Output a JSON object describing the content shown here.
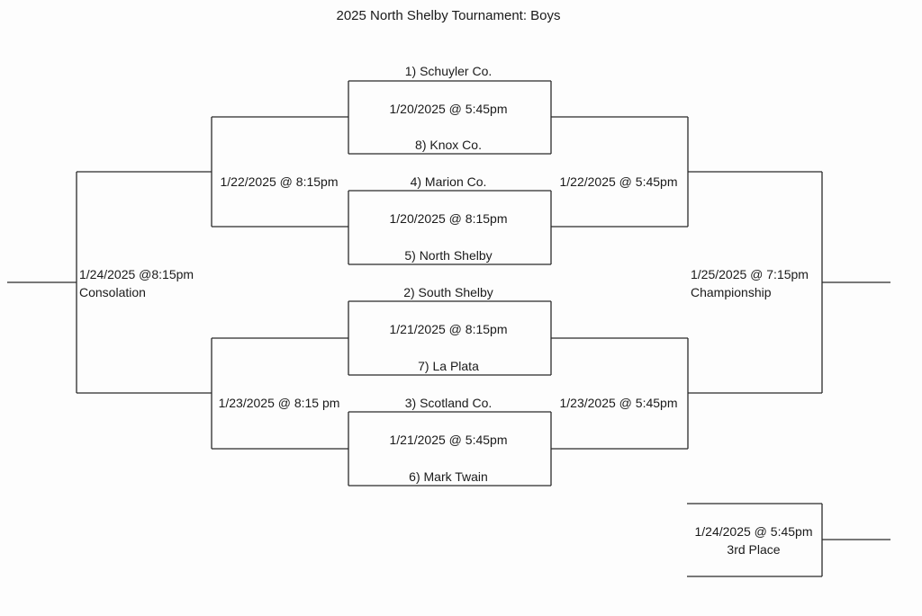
{
  "title": "2025 North Shelby Tournament:  Boys",
  "first_round": [
    {
      "top": "1) Schuyler Co.",
      "time": "1/20/2025 @ 5:45pm",
      "bottom": "8)  Knox Co."
    },
    {
      "top": "4)  Marion Co.",
      "time": "1/20/2025 @ 8:15pm",
      "bottom": "5) North Shelby"
    },
    {
      "top": "2)  South Shelby",
      "time": "1/21/2025 @ 8:15pm",
      "bottom": "7)  La Plata"
    },
    {
      "top": "3)  Scotland Co.",
      "time": "1/21/2025 @ 5:45pm",
      "bottom": "6)  Mark Twain"
    }
  ],
  "left_semis": {
    "top": "1/22/2025 @ 8:15pm",
    "bottom": "1/23/2025 @ 8:15 pm"
  },
  "right_semis": {
    "top": "1/22/2025 @ 5:45pm",
    "bottom": "1/23/2025 @ 5:45pm"
  },
  "consolation": {
    "time": "1/24/2025 @8:15pm",
    "label": "Consolation"
  },
  "championship": {
    "time": "1/25/2025 @ 7:15pm",
    "label": "Championship"
  },
  "third_place": {
    "time": "1/24/2025 @ 5:45pm",
    "label": "3rd Place"
  }
}
